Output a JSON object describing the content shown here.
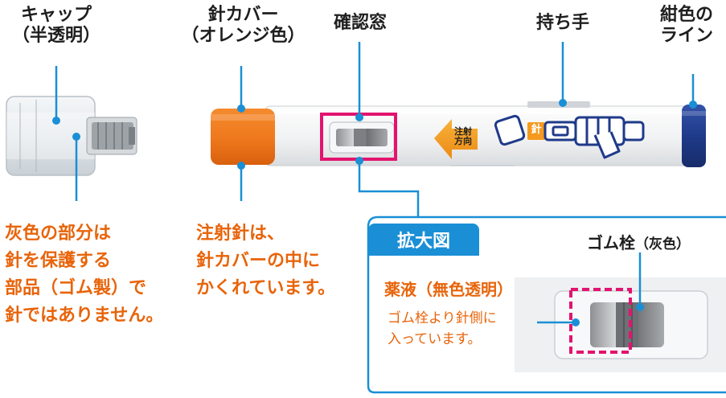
{
  "labels": {
    "cap": {
      "line1": "キャップ",
      "line2": "（半透明）"
    },
    "needle_cover": {
      "line1": "針カバー",
      "line2": "（オレンジ色）"
    },
    "window": "確認窓",
    "grip": "持ち手",
    "navy_line": {
      "line1": "紺色の",
      "line2": "ライン"
    }
  },
  "notes": {
    "cap_note": [
      "灰色の部分は",
      "針を保護する",
      "部品（ゴム製）で",
      "針ではありません。"
    ],
    "needle_note": [
      "注射針は、",
      "針カバーの中に",
      "かくれています。"
    ]
  },
  "pen": {
    "arrow_label": {
      "line1": "注射",
      "line2": "方向"
    },
    "needle_icon_label": "針"
  },
  "zoom": {
    "title": "拡大図",
    "heading": "薬液（無色透明）",
    "body": [
      "ゴム栓より針側に",
      "入っています。"
    ],
    "plunger_label": "ゴム栓",
    "plunger_label_sub": "（灰色）"
  },
  "colors": {
    "orange": "#e8640a",
    "blue": "#1a8fd6",
    "magenta": "#e3136f",
    "navy": "#1f3a8a",
    "needle_cover": "#f07a1e"
  }
}
